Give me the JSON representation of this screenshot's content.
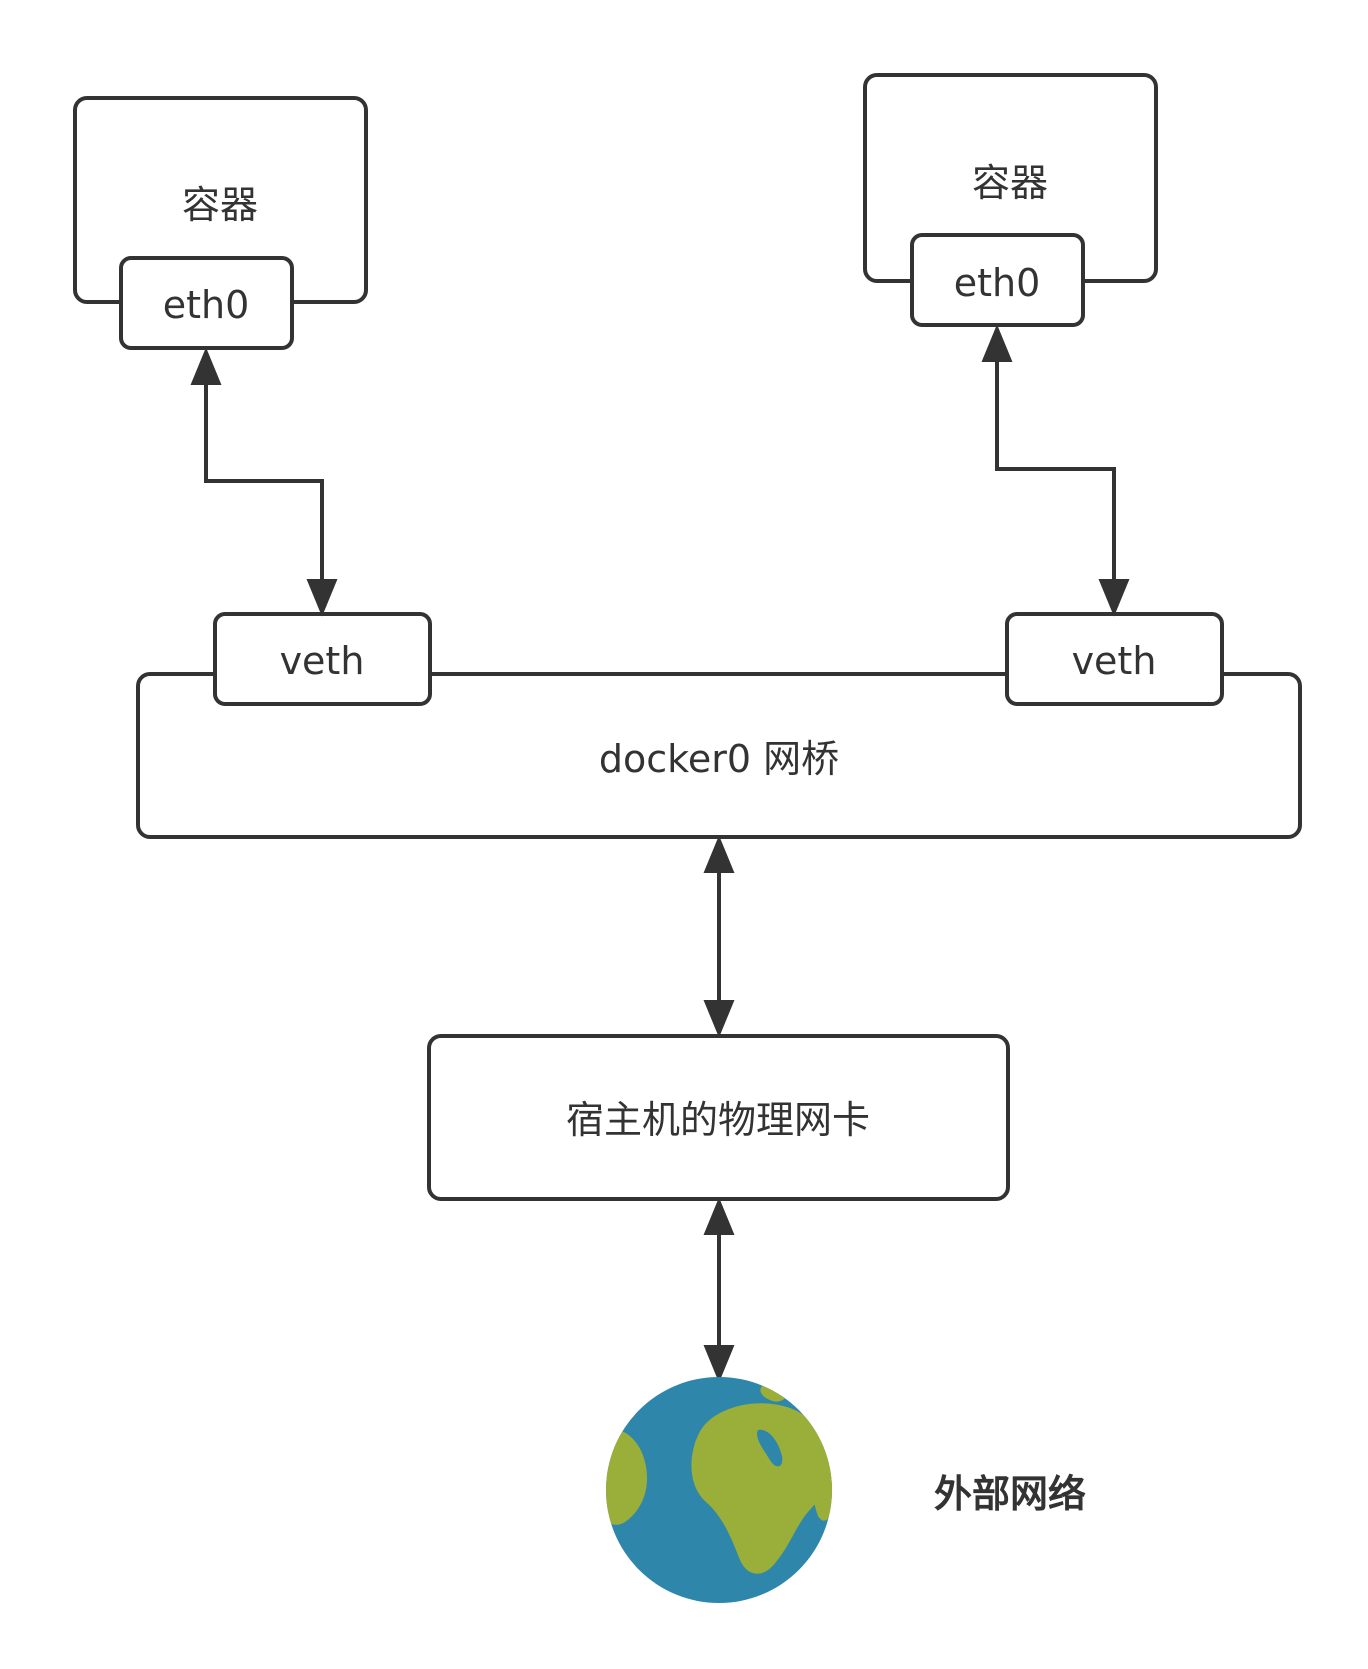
{
  "diagram": {
    "container_left": {
      "label": "容器",
      "interface": "eth0"
    },
    "container_right": {
      "label": "容器",
      "interface": "eth0"
    },
    "bridge": {
      "label": "docker0 网桥",
      "veth_left": "veth",
      "veth_right": "veth"
    },
    "host_nic": {
      "label": "宿主机的物理网卡"
    },
    "external": {
      "label": "外部网络",
      "icon": "globe-icon"
    },
    "colors": {
      "stroke": "#333333",
      "ocean": "#2E86AB",
      "land": "#9AAE3A"
    }
  }
}
